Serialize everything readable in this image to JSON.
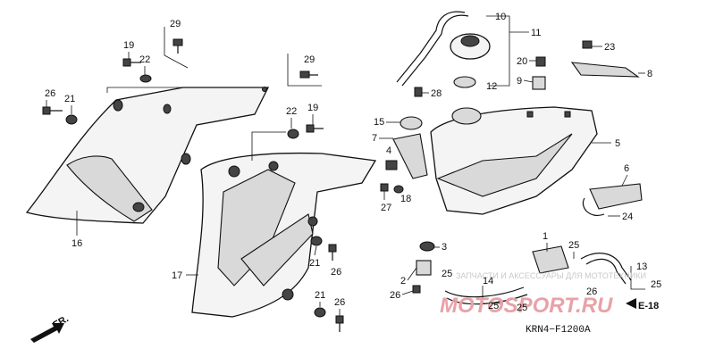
{
  "diagram": {
    "code": "KRN4−F1200A",
    "front_label": "FR.",
    "ref_label": "E-18",
    "watermark_text": "ЗАПЧАСТИ И АКСЕССУАРЫ ДЛЯ МОТОТЕХНИКИ",
    "watermark_brand": "MOTOSPORT.RU",
    "callouts": {
      "c1": "1",
      "c2": "2",
      "c3": "3",
      "c4": "4",
      "c5": "5",
      "c6": "6",
      "c7": "7",
      "c8": "8",
      "c9": "9",
      "c10": "10",
      "c11": "11",
      "c12": "12",
      "c13": "13",
      "c14": "14",
      "c15": "15",
      "c16": "16",
      "c17": "17",
      "c18": "18",
      "c19a": "19",
      "c19b": "19",
      "c20": "20",
      "c21a": "21",
      "c21b": "21",
      "c21c": "21",
      "c22a": "22",
      "c22b": "22",
      "c23": "23",
      "c24": "24",
      "c25a": "25",
      "c25b": "25",
      "c25c": "25",
      "c25d": "25",
      "c25e": "25",
      "c26a": "26",
      "c26b": "26",
      "c26c": "26",
      "c26d": "26",
      "c26e": "26",
      "c27": "27",
      "c28": "28",
      "c29a": "29",
      "c29b": "29"
    }
  }
}
